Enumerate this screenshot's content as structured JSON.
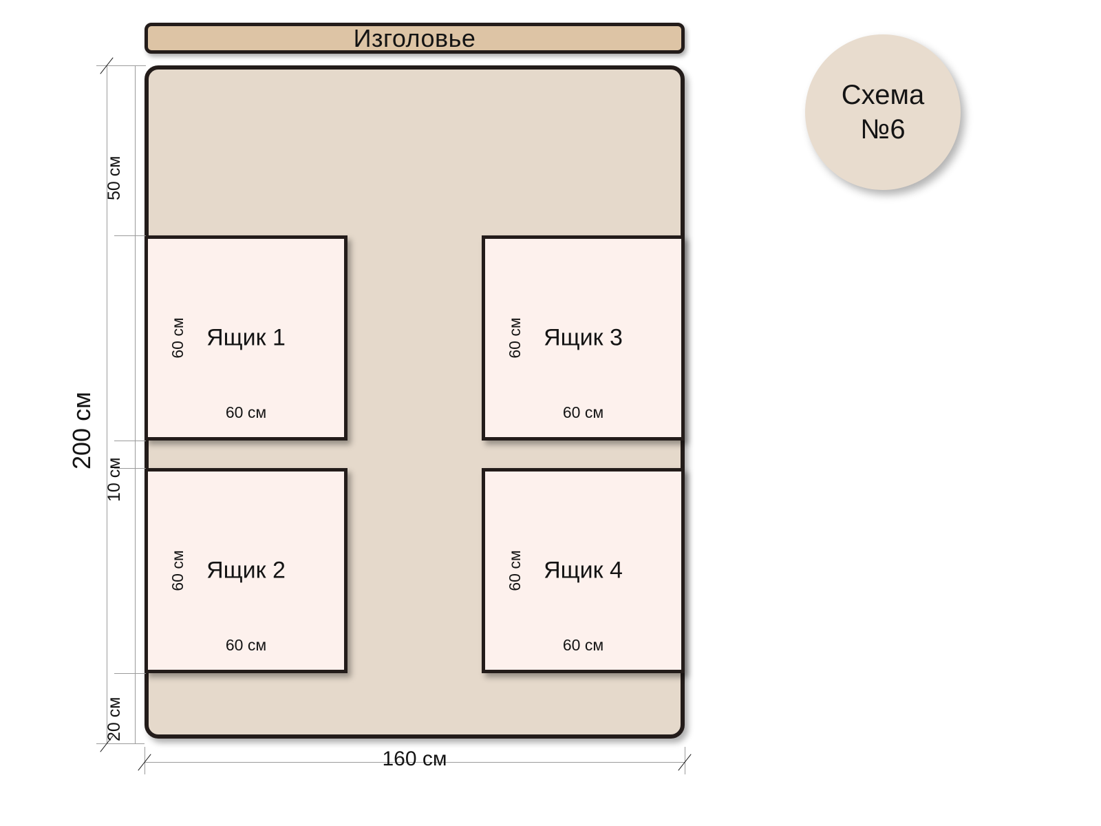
{
  "diagram": {
    "headboard": {
      "label": "Изголовье"
    },
    "badge": {
      "line1": "Схема",
      "line2": "№6"
    },
    "dimensions": {
      "total_height": "200 см",
      "total_width": "160 см",
      "top_gap": "50 см",
      "middle_gap": "10 см",
      "bottom_gap": "20 см"
    },
    "drawers": [
      {
        "title": "Ящик 1",
        "width_label": "60 см",
        "height_label": "60 см"
      },
      {
        "title": "Ящик 2",
        "width_label": "60 см",
        "height_label": "60 см"
      },
      {
        "title": "Ящик 3",
        "width_label": "60 см",
        "height_label": "60 см"
      },
      {
        "title": "Ящик 4",
        "width_label": "60 см",
        "height_label": "60 см"
      }
    ],
    "drawer_row_dims": {
      "row1": "60 см",
      "row2": "60 см"
    },
    "colors": {
      "frame_fill": "#e5d9cb",
      "headboard_fill": "#ddc4a5",
      "drawer_fill": "#fdf1ed",
      "badge_fill": "#e8dcce",
      "outline": "#231c1a",
      "dim_line": "#9a9a9a"
    }
  }
}
